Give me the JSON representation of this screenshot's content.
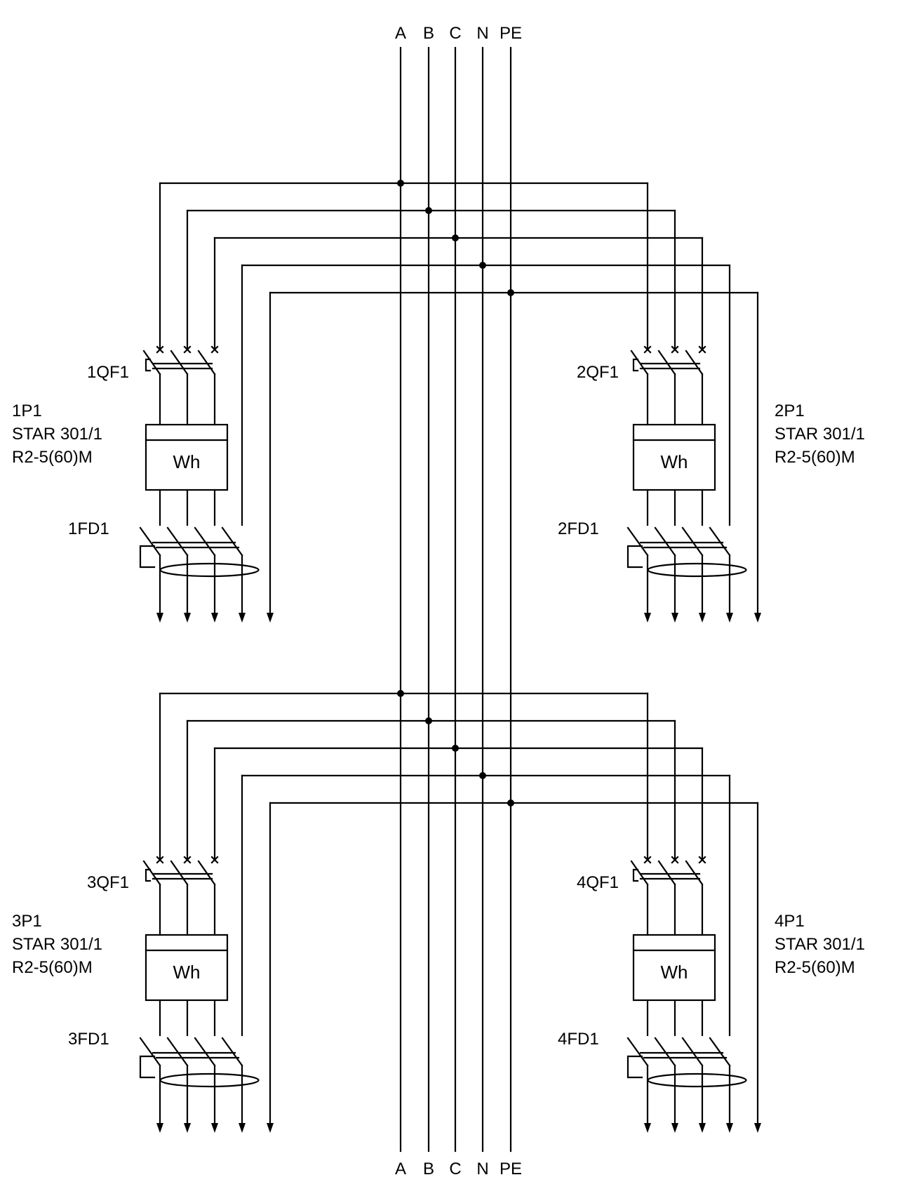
{
  "bus_conductors": [
    "A",
    "B",
    "C",
    "N",
    "PE"
  ],
  "feeders": [
    {
      "breaker": "1QF1",
      "meter": {
        "designation": "1P1",
        "model": "STAR 301/1",
        "rating": "R2-5(60)M",
        "symbol": "Wh"
      },
      "rcd": "1FD1"
    },
    {
      "breaker": "2QF1",
      "meter": {
        "designation": "2P1",
        "model": "STAR 301/1",
        "rating": "R2-5(60)M",
        "symbol": "Wh"
      },
      "rcd": "2FD1"
    },
    {
      "breaker": "3QF1",
      "meter": {
        "designation": "3P1",
        "model": "STAR 301/1",
        "rating": "R2-5(60)M",
        "symbol": "Wh"
      },
      "rcd": "3FD1"
    },
    {
      "breaker": "4QF1",
      "meter": {
        "designation": "4P1",
        "model": "STAR 301/1",
        "rating": "R2-5(60)M",
        "symbol": "Wh"
      },
      "rcd": "4FD1"
    }
  ]
}
